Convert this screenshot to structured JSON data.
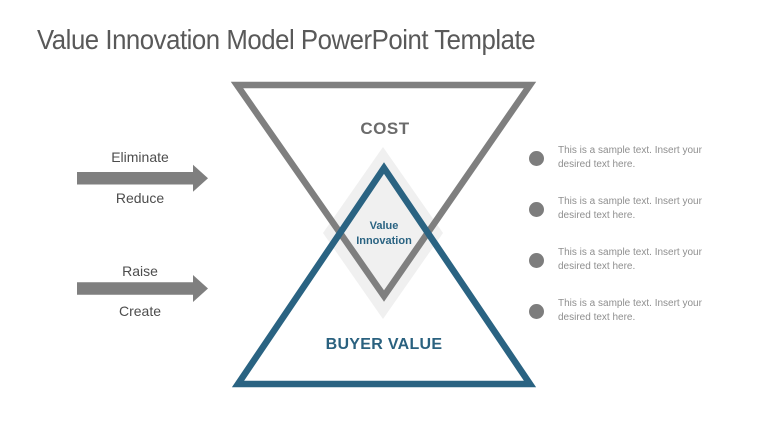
{
  "slide": {
    "title": "Value Innovation Model PowerPoint Template"
  },
  "diagram": {
    "cost_label": "COST",
    "buyer_value_label": "BUYER VALUE",
    "center_label_line1": "Value",
    "center_label_line2": "Innovation"
  },
  "arrows": [
    {
      "top_label": "Eliminate",
      "bottom_label": "Reduce"
    },
    {
      "top_label": "Raise",
      "bottom_label": "Create"
    }
  ],
  "bullets": [
    {
      "text": "This is a sample text. Insert your desired text here."
    },
    {
      "text": "This is a sample text. Insert your desired text here."
    },
    {
      "text": "This is a sample text. Insert your desired text here."
    },
    {
      "text": "This is a sample text. Insert your desired text here."
    }
  ],
  "colors": {
    "accent_blue": "#2a6382",
    "shape_gray": "#7f7f7f",
    "diamond_fill": "#f0f0f0",
    "title_text": "#595959",
    "cost_text": "#6b6b6b",
    "arrow_label_text": "#4d4d4d",
    "bullet_text": "#8f8f8f",
    "bullet_dot": "#7d7d7d"
  }
}
